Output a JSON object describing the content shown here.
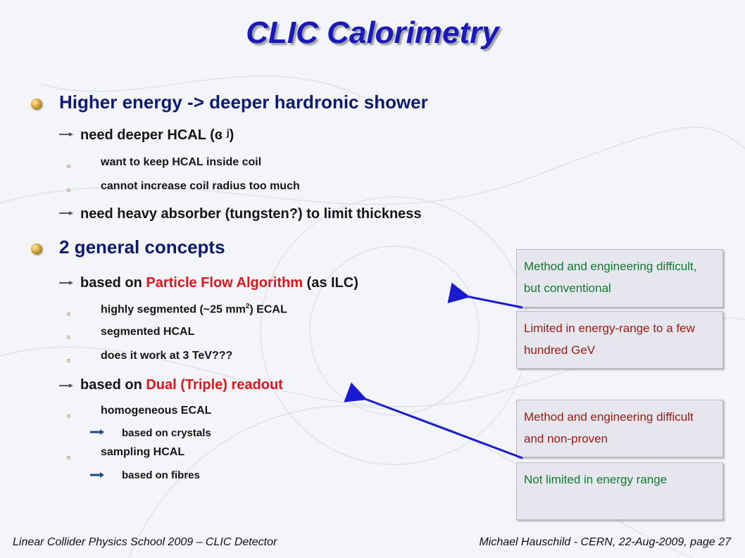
{
  "title": "CLIC Calorimetry",
  "bullets": {
    "b1": "Higher energy -> deeper hardronic shower",
    "b1_1": "need deeper HCAL (",
    "b1_1_sym": "ɞ ʲ",
    "b1_1_end": ")",
    "b1_1_1": "want to keep HCAL inside coil",
    "b1_1_2": "cannot increase coil radius too much",
    "b1_2": "need heavy absorber (tungsten?) to limit thickness",
    "b2": "2 general concepts",
    "b2_1_pre": "based on ",
    "b2_1_red": "Particle Flow Algorithm",
    "b2_1_post": " (as ILC)",
    "b2_1_1_pre": "highly segmented (~25 mm",
    "b2_1_1_sup": "2",
    "b2_1_1_post": ") ECAL",
    "b2_1_2": "segmented HCAL",
    "b2_1_3": "does it work at 3 TeV???",
    "b2_2_pre": "based on ",
    "b2_2_red": "Dual (Triple) readout",
    "b2_2_1": "homogeneous ECAL",
    "b2_2_1_1": "based on crystals",
    "b2_2_2": "sampling HCAL",
    "b2_2_2_1": "based on fibres"
  },
  "boxes": {
    "pfa_pro": "Method and engineering difficult, but conventional",
    "pfa_con": "Limited in energy-range to a few hundred GeV",
    "dual_con": "Method and engineering difficult and non-proven",
    "dual_pro": "Not limited in energy range"
  },
  "footer": {
    "left": "Linear Collider Physics School 2009 – CLIC Detector",
    "right": "Michael Hauschild - CERN,  22-Aug-2009,  page 27"
  },
  "colors": {
    "title": "#1a1ab8",
    "highlight_red": "#e0141a",
    "box_green": "#117a2e",
    "box_red": "#9a1a10",
    "arrow_blue": "#1a1ad0"
  }
}
